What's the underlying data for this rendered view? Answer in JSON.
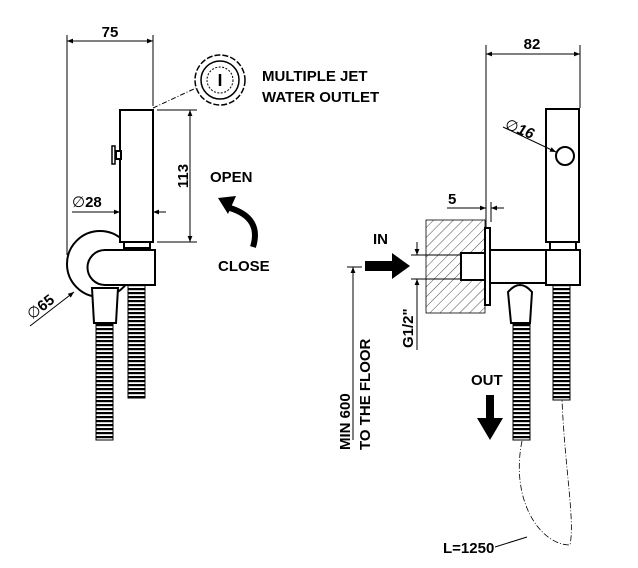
{
  "left_view": {
    "dim_width": "75",
    "dim_height": "113",
    "dim_body_diameter": "28",
    "dim_plate_diameter": "65",
    "jet_label_line1": "MULTIPLE JET",
    "jet_label_line2": "WATER OUTLET",
    "open_label": "OPEN",
    "close_label": "CLOSE"
  },
  "right_view": {
    "dim_width": "82",
    "dim_button_diameter": "16",
    "dim_plate_offset": "5",
    "in_label": "IN",
    "thread_label": "G1/2\"",
    "floor_label_line1": "MIN 600",
    "floor_label_line2": "TO THE FLOOR",
    "out_label": "OUT",
    "hose_length_label": "L=1250"
  },
  "diameter_symbol": "∅"
}
